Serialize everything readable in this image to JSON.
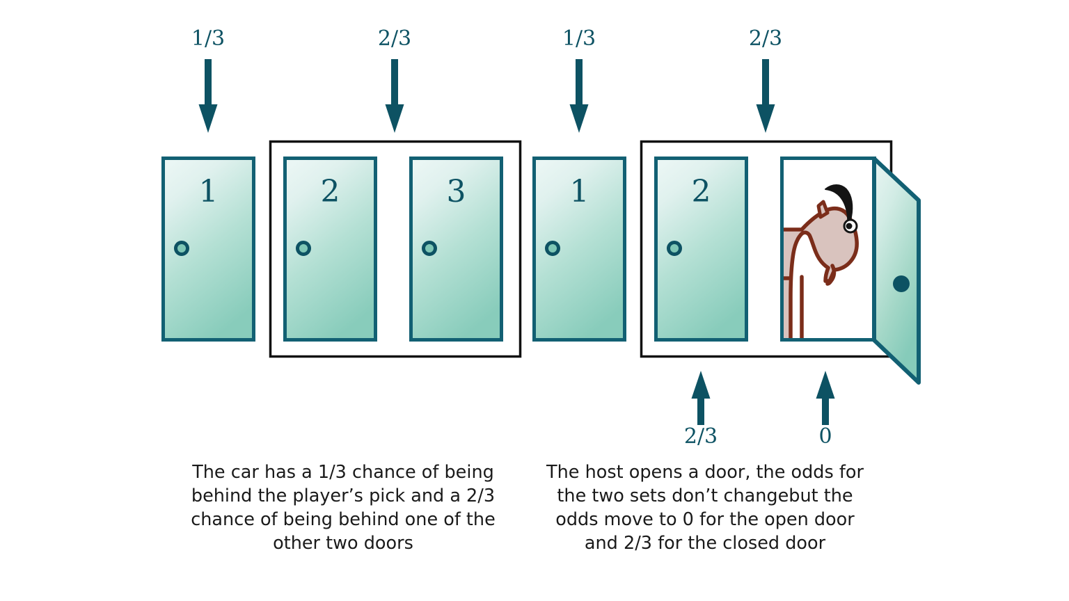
{
  "diagram": {
    "title": "Monty Hall problem: door probabilities before and after the host opens a door",
    "colors": {
      "accent_teal": "#0d5263",
      "door_border": "#126073",
      "door_gradient_top": "#e9f5f3",
      "door_gradient_bottom": "#8bcfbe",
      "group_box_border": "#111111",
      "goat_body": "#d9c3be",
      "goat_outline": "#7b2d1a",
      "goat_horn": "#141414",
      "background": "#ffffff",
      "caption_text": "#1a1a1a"
    },
    "panels": [
      {
        "id": "before",
        "name": "initial-state",
        "caption": "The car has a 1/3 chance of being\nbehind the player’s pick and a 2/3\nchance of being behind one of the\nother two doors",
        "top_arrows": [
          {
            "label": "1/3",
            "target": "door-1",
            "direction": "down"
          },
          {
            "label": "2/3",
            "target": "door-group-2-3",
            "direction": "down"
          }
        ],
        "bottom_arrows": [],
        "doors": [
          {
            "number": "1",
            "state": "closed",
            "grouped": false,
            "knob": "ring"
          },
          {
            "number": "2",
            "state": "closed",
            "grouped": true,
            "knob": "ring"
          },
          {
            "number": "3",
            "state": "closed",
            "grouped": true,
            "knob": "ring"
          }
        ]
      },
      {
        "id": "after",
        "name": "after-host-opens-door",
        "caption": "The host opens a door, the odds for\nthe two sets don’t changebut the\nodds move to 0 for the open door\nand 2/3 for the closed door",
        "top_arrows": [
          {
            "label": "1/3",
            "target": "door-1",
            "direction": "down"
          },
          {
            "label": "2/3",
            "target": "door-group-2-3",
            "direction": "down"
          }
        ],
        "bottom_arrows": [
          {
            "label": "2/3",
            "target": "door-2-closed",
            "direction": "up"
          },
          {
            "label": "0",
            "target": "door-3-open",
            "direction": "up"
          }
        ],
        "doors": [
          {
            "number": "1",
            "state": "closed",
            "grouped": false,
            "knob": "ring"
          },
          {
            "number": "2",
            "state": "closed",
            "grouped": true,
            "knob": "ring"
          },
          {
            "number": "3",
            "state": "open",
            "grouped": true,
            "knob": "solid",
            "contains": "goat"
          }
        ]
      }
    ]
  },
  "labels": {
    "p_left_door1": "1/3",
    "p_left_group": "2/3",
    "p_right_door1": "1/3",
    "p_right_group": "2/3",
    "p_right_closed": "2/3",
    "p_right_open": "0"
  },
  "door_numbers": {
    "left_1": "1",
    "left_2": "2",
    "left_3": "3",
    "right_1": "1",
    "right_2": "2"
  },
  "captions": {
    "left": "The car has a 1/3 chance of being\nbehind the player’s pick and a 2/3\nchance of being behind one of the\nother two doors",
    "right": "The host opens a door, the odds for\nthe two sets don’t changebut the\nodds move to 0 for the open door\nand 2/3 for the closed door"
  }
}
